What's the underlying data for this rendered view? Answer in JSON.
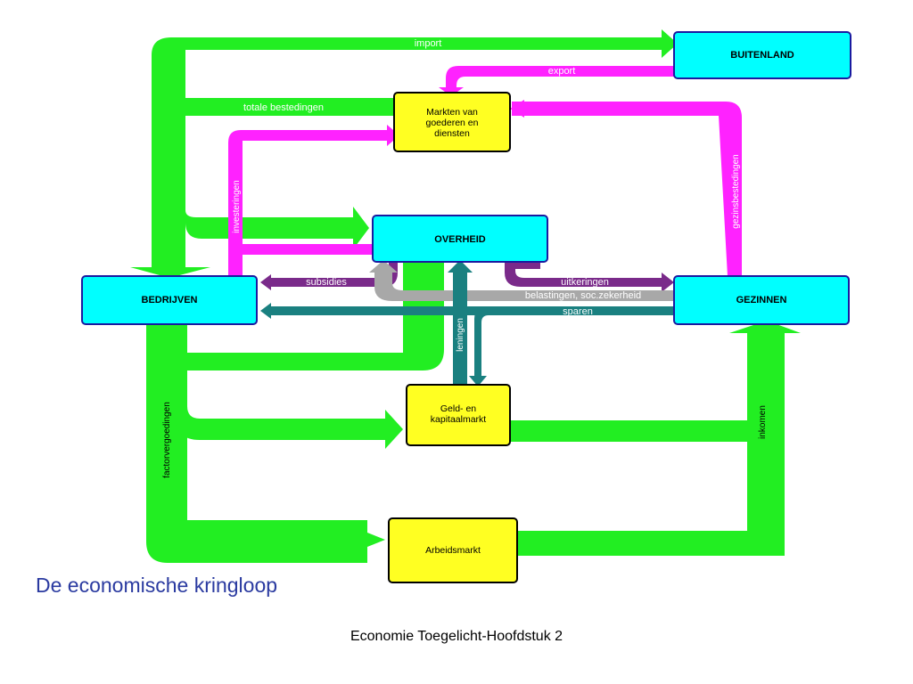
{
  "nodes": {
    "buitenland": "BUITENLAND",
    "markten": [
      "Markten van",
      "goederen en",
      "diensten"
    ],
    "overheid": "OVERHEID",
    "bedrijven": "BEDRIJVEN",
    "gezinnen": "GEZINNEN",
    "geldmarkt": [
      "Geld- en",
      "kapitaalmarkt"
    ],
    "arbeidsmarkt": "Arbeidsmarkt"
  },
  "flows": {
    "import": "import",
    "export": "export",
    "totale_bestedingen": "totale bestedingen",
    "investeringen": "investeringen",
    "gezinsbestedingen": "gezinsbestedingen",
    "subsidies": "subsidies",
    "uitkeringen": "uitkeringen",
    "belastingen": "belastingen, soc.zekerheid",
    "sparen": "sparen",
    "leningen": "leningen",
    "factorvergoedingen": "factorvergoedingen",
    "inkomen": "inkomen"
  },
  "colors": {
    "goods_flow": "#22ee22",
    "export_flow": "#ff22ff",
    "government_flow": "#7a2a8a",
    "tax_flow": "#a0a0a0",
    "savings_flow": "#1a8080",
    "node_fill": "#00ffff",
    "market_fill": "#ffff22"
  },
  "caption": "De economische kringloop",
  "footer": "Economie Toegelicht-Hoofdstuk 2"
}
